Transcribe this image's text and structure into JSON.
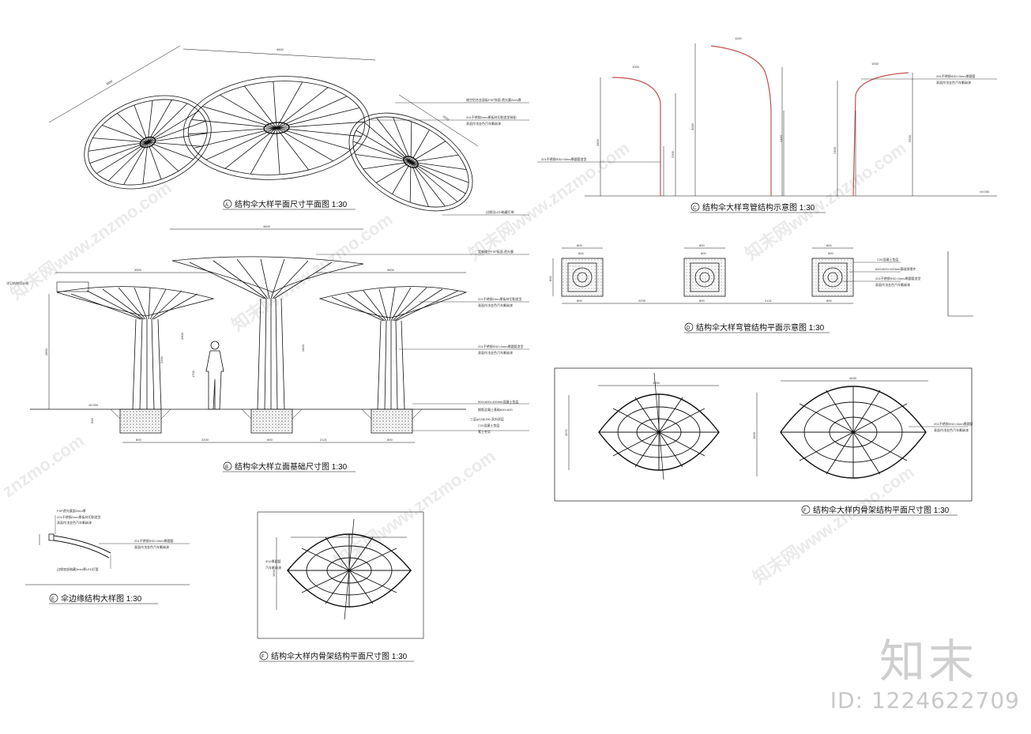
{
  "titles": {
    "a": {
      "letter": "A",
      "text": "结构伞大样平面尺寸平面图 1:30"
    },
    "b": {
      "letter": "B",
      "text": "结构伞大样立面基础尺寸图 1:30"
    },
    "c": {
      "letter": "C",
      "text": "结构伞大样弯管结构示意图 1:30"
    },
    "d": {
      "letter": "D",
      "text": "结构伞大样弯管结构平面示意图 1:30"
    },
    "e": {
      "letter": "E",
      "text": "伞边缘结构大样图 1:30"
    },
    "f1": {
      "letter": "F",
      "text": "结构伞大样内骨架结构平面尺寸图 1:30"
    },
    "f2": {
      "letter": "F",
      "text": "结构伞大样内骨架结构平面尺寸图 1:30"
    }
  },
  "dims": {
    "a_top": "4600",
    "a_left": "3860",
    "a_right": "3200",
    "b_top": "4600",
    "b_left_span": "3500",
    "b_right_span": "3600",
    "b_h_left": "2850",
    "b_h_mid": "3300",
    "b_h_mid2": "2350",
    "b_h_right": "2800",
    "b_person": "1700",
    "b_f1": "800",
    "b_gap1": "2200",
    "b_f2": "600",
    "b_gap2": "2121",
    "b_f3": "800",
    "b_level": "±0.000",
    "b_depth": "500",
    "c_h1": "2800",
    "c_h2": "3000",
    "c_h3": "2900",
    "c_h_sub": "2300",
    "c_h_sub2": "2450",
    "c_h_sub3": "2400",
    "c_arc1": "1000",
    "c_arc2": "1100",
    "c_arc3": "1000",
    "c_level": "±0.000",
    "d_w1": "800",
    "d_w2": "600",
    "d_gap1": "2205",
    "d_gap2": "2121",
    "d_h": "800",
    "f_w1": "3000",
    "f_h1": "1571",
    "f_w2": "4630",
    "f_h2": "1900",
    "f3_w": "3000",
    "f3_h": "1500"
  },
  "notes": {
    "a1": "镂空铝合金面板FSP饰面 透光膜2mm厚",
    "a2": "201不锈钢2mm厚板材切割造型装配",
    "a3": "表面作浅金色汽车氟碳漆",
    "a4": "边缘设LED暗藏灯带",
    "b_tag": "详见结构设计图",
    "b1": "定制镂空FSP板面 透光膜",
    "b2": "201不锈钢2mm厚板材切割造型",
    "b3": "201不锈钢Φ32×3mm厚圆管造型",
    "b4": "表面作浅金色汽车氟碳漆",
    "b5": "600×600×100mm混凝土垫层",
    "b6": "钢筋混凝土基础600×600",
    "b7": "三层φ12@150 双向双层",
    "b8": "C20混凝土垫层",
    "b9": "素土夯实",
    "c1": "201不锈钢Φ32×3mm厚圆管造型",
    "c2": "201不锈钢Φ32×3mm厚圆管",
    "c3": "表面作浅金色汽车氟碳漆",
    "d1": "C20混凝土垫层",
    "d2": "600×600×100mm基础预埋件",
    "d3": "201不锈钢Φ32×3mm厚圆管造型",
    "d4": "表面作浅金色汽车氟碳漆",
    "e1": "FSP透光膜面2mm厚",
    "e2": "201不锈钢2mm厚板材切割造型",
    "e3": "表面作浅金色汽车氟碳漆",
    "e4": "201不锈钢Φ32×3mm厚圆管",
    "e5": "边缘底部暗藏3mm厚LED灯管",
    "f1": "201不锈钢Φ32×3mm厚圆管",
    "f2": "表面作浅金色汽车氟碳漆",
    "f3a": "Φ32厚圆管",
    "f3b": "汽车氟碳漆"
  },
  "watermark": {
    "site": "znzmo.com",
    "cn": "知末网www.znzmo.com",
    "brand": "知末",
    "id": "ID: 1224622709"
  },
  "colors": {
    "line": "#111111",
    "accent": "#c0504d",
    "watermark": "#d9d9d9"
  }
}
